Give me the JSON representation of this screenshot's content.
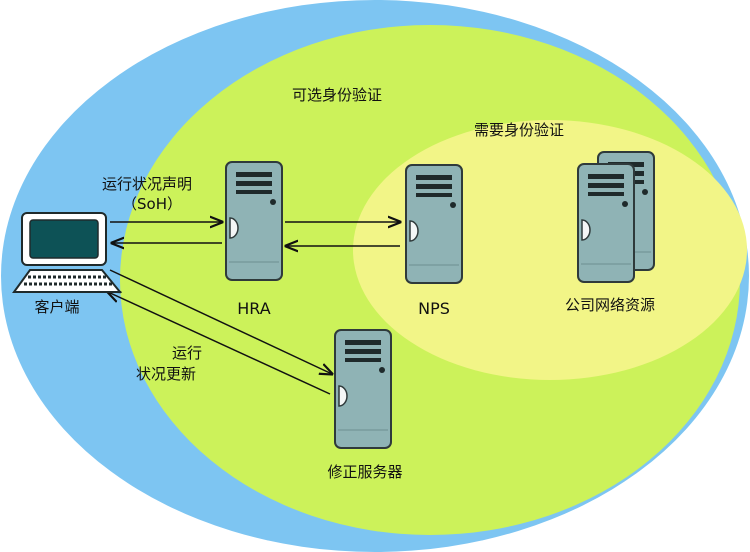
{
  "zones": {
    "optional_auth": "可选身份验证",
    "required_auth": "需要身份验证"
  },
  "nodes": {
    "client": "客户端",
    "hra": "HRA",
    "nps": "NPS",
    "corporate": "公司网络资源",
    "remediation": "修正服务器"
  },
  "flows": {
    "soh_line1": "运行状况声明",
    "soh_line2": "（SoH）",
    "update_line1": "运行",
    "update_line2": "状况更新"
  },
  "colors": {
    "outer_zone": "#7dc5f2",
    "middle_zone": "#ccf25a",
    "inner_zone": "#f2f587",
    "server_body": "#8fb3b5",
    "server_front": "#9dbfc1",
    "monitor_screen": "#0d5256"
  },
  "icons": {
    "client": "desktop-computer-icon",
    "server": "server-tower-icon",
    "server_stack": "server-stack-icon"
  }
}
